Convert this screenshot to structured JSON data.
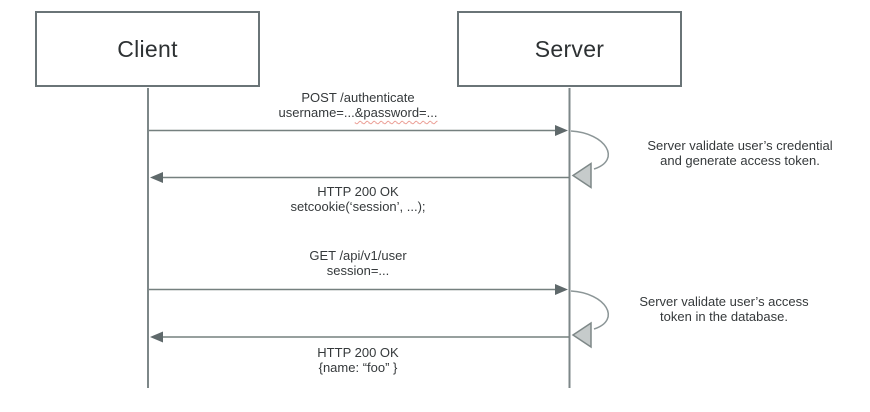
{
  "diagram": {
    "title_hint": "client-server authentication sequence diagram",
    "actors": [
      {
        "label": "Client"
      },
      {
        "label": "Server"
      }
    ],
    "messages": [
      {
        "line1": "POST /authenticate",
        "line2_plain": "username=...",
        "line2_misspelled": "&password=..."
      },
      {
        "line1": "HTTP 200 OK",
        "line2": "setcookie(‘session’, ...);"
      },
      {
        "line1": "GET /api/v1/user",
        "line2": "session=..."
      },
      {
        "line1": "HTTP 200 OK",
        "line2": "{name: “foo” }"
      }
    ],
    "notes": [
      {
        "line1": "Server validate user’s credential",
        "line2": "and generate access token."
      },
      {
        "line1": "Server validate user’s access",
        "line2": "token in the database."
      }
    ],
    "colors": {
      "box_border": "#6a7477",
      "box_text": "#2d3133",
      "line_gray": "#75807f",
      "arrowhead_fill": "#5f696b",
      "loop_stroke": "#8c9697",
      "loop_arrowhead_fill": "#c6cbcb",
      "spellcheck_squiggle": "#eb9d94",
      "background": "#ffffff"
    }
  }
}
